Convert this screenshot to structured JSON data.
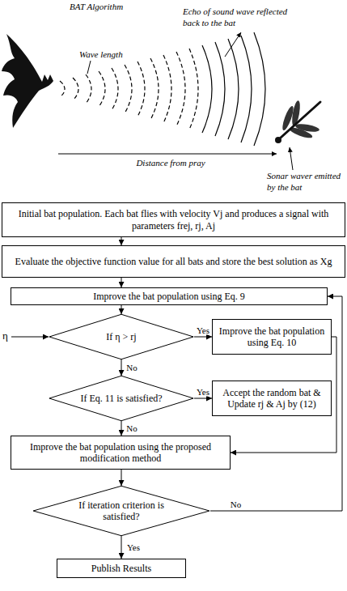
{
  "diagram": {
    "title": "BAT Algorithm",
    "nodes": [
      {
        "text": [
          "Initial bat population. Each bat flies with velocity Vj and produces a signal with parameters frej, rj, Aj"
        ]
      },
      {
        "text": [
          "Evaluate the objective function value for all bats and store the best solution as Xg"
        ]
      },
      {
        "text": [
          "Improve the bat population using Eq. 9"
        ]
      },
      {
        "text": [
          "If η > rj"
        ]
      },
      {
        "text": [
          "Improve the bat population using Eq. 10"
        ]
      },
      {
        "text": [
          "If Eq. 11 is satisfied?"
        ]
      },
      {
        "text": [
          "Accept the random bat & Update rj & Aj by (12)"
        ]
      },
      {
        "text": [
          "Improve the bat population using the proposed modification method"
        ]
      },
      {
        "text": [
          "If iteration criterion is satisfied?"
        ]
      },
      {
        "text": [
          "Publish Results"
        ]
      }
    ],
    "edges": [
      {
        "from": 0,
        "to": 1,
        "arrow": "to"
      },
      {
        "from": 1,
        "to": 2,
        "arrow": "to"
      },
      {
        "from": 2,
        "to": 3,
        "arrow": "to"
      },
      {
        "from": 3,
        "to": 4,
        "label": "Yes",
        "arrow": "to"
      },
      {
        "from": 3,
        "to": 5,
        "label": "No",
        "arrow": "to"
      },
      {
        "from": 5,
        "to": 6,
        "label": "Yes",
        "arrow": "to"
      },
      {
        "from": 5,
        "to": 7,
        "label": "No",
        "arrow": "to"
      },
      {
        "from": 4,
        "to": 7,
        "arrow": "to"
      },
      {
        "from": 7,
        "to": 8,
        "arrow": "to"
      },
      {
        "from": 8,
        "to": 9,
        "label": "Yes",
        "arrow": "to"
      },
      {
        "from": 8,
        "to": 2,
        "label": "No",
        "arrow": "to"
      }
    ],
    "labels": [
      "Wave length",
      "Echo of sound wave reflected back to the bat",
      "Distance from pray",
      "Sonar waver emitted by the bat",
      "η"
    ]
  }
}
